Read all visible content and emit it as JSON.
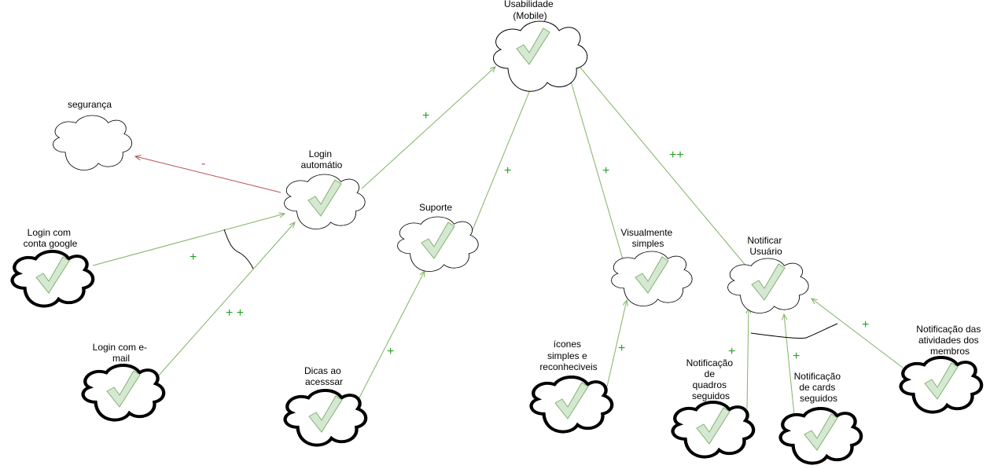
{
  "colors": {
    "positive_edge": "#82b366",
    "positive_sign": "#2a9d2a",
    "negative_edge": "#b85450",
    "check_fill": "#d5e8d4",
    "check_stroke": "#82b366"
  },
  "nodes": {
    "usabilidade": {
      "lines": [
        "Usabilidade",
        "(Mobile)"
      ]
    },
    "seguranca": {
      "lines": [
        "segurança"
      ]
    },
    "login_auto": {
      "lines": [
        "Login",
        "automátio"
      ]
    },
    "suporte": {
      "lines": [
        "Suporte"
      ]
    },
    "visual": {
      "lines": [
        "Visualmente",
        "simples"
      ]
    },
    "notificar": {
      "lines": [
        "Notificar",
        "Usuário"
      ]
    },
    "login_google": {
      "lines": [
        "Login com",
        "conta google"
      ]
    },
    "login_email": {
      "lines": [
        "Login com e-",
        "mail"
      ]
    },
    "dicas": {
      "lines": [
        "Dicas ao",
        "acesssar"
      ]
    },
    "icones": {
      "lines": [
        "ícones",
        "simples e",
        "reconheciveis"
      ]
    },
    "notif_quadros": {
      "lines": [
        "Notificação",
        "de",
        "quadros",
        "seguidos"
      ]
    },
    "notif_cards": {
      "lines": [
        "Notificação",
        "de cards",
        "seguidos"
      ]
    },
    "notif_membros": {
      "lines": [
        "Notificação das",
        "atividades dos",
        "membros"
      ]
    }
  },
  "edges": {
    "login_auto_usab": "+",
    "suporte_usab": "+",
    "visual_usab": "+",
    "notificar_usab": "++",
    "login_auto_seg": "-",
    "google_login": "+",
    "email_login": "+ +",
    "dicas_suporte": "+",
    "icones_visual": "+",
    "quadros_notif": "+",
    "cards_notif": "+",
    "membros_notif": "+"
  }
}
